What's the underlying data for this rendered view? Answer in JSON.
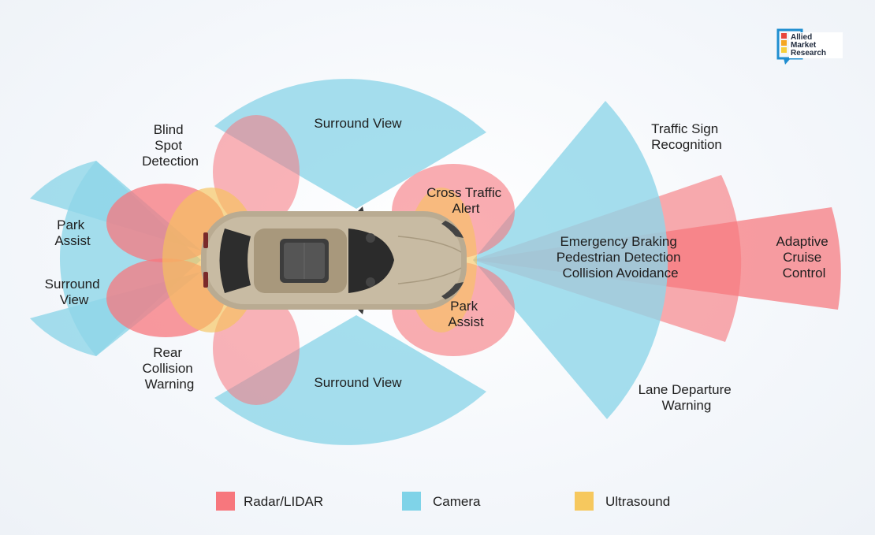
{
  "colors": {
    "radar": "#f7777d",
    "camera": "#8fd6e9",
    "ultrasound": "#f6c35b",
    "text": "#1e1e1e"
  },
  "brand": {
    "line1": "Allied",
    "line2": "Market",
    "line3": "Research",
    "icon": "allied-market-research-logo"
  },
  "labels": {
    "surround_view_top": "Surround View",
    "surround_view_bottom": "Surround View",
    "blind_spot": [
      "Blind",
      "Spot",
      "Detection"
    ],
    "park_assist_left": [
      "Park",
      "Assist"
    ],
    "surround_view_left": [
      "Surround",
      "View"
    ],
    "rear_collision": [
      "Rear",
      "Collision",
      "Warning"
    ],
    "cross_traffic": [
      "Cross Traffic",
      "Alert"
    ],
    "park_assist_right": [
      "Park",
      "Assist"
    ],
    "traffic_sign": [
      "Traffic Sign",
      "Recognition"
    ],
    "emergency": [
      "Emergency Braking",
      "Pedestrian Detection",
      "Collision Avoidance"
    ],
    "adaptive_cruise": [
      "Adaptive",
      "Cruise",
      "Control"
    ],
    "lane_departure": [
      "Lane Departure",
      "Warning"
    ]
  },
  "legend": [
    {
      "label": "Radar/LIDAR",
      "color": "#f7777d"
    },
    {
      "label": "Camera",
      "color": "#8fd6e9"
    },
    {
      "label": "Ultrasound",
      "color": "#f6c35b"
    }
  ]
}
